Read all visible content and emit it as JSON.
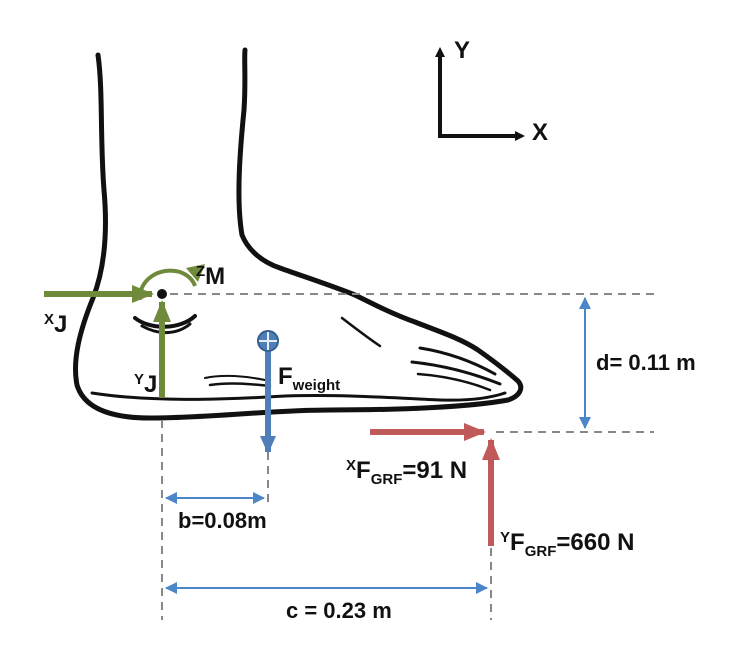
{
  "axes": {
    "y_label": "Y",
    "x_label": "X"
  },
  "forces": {
    "joint_x": {
      "prefix": "X",
      "main": "J"
    },
    "joint_y": {
      "prefix": "Y",
      "main": "J"
    },
    "moment": {
      "prefix": "Z",
      "main": "M"
    },
    "weight": {
      "main": "F",
      "sub": "weight"
    },
    "grf_x": {
      "prefix": "X",
      "main": "F",
      "sub": "GRF",
      "value": "=91 N"
    },
    "grf_y": {
      "prefix": "Y",
      "main": "F",
      "sub": "GRF",
      "value": "=660 N"
    }
  },
  "dimensions": {
    "b": "b=0.08m",
    "c": "c = 0.23 m",
    "d": "d= 0.11 m"
  },
  "colors": {
    "joint_force": "#6f8a3a",
    "weight_force": "#4f7fb8",
    "grf_force": "#c05a5a",
    "dimension": "#4a86c8",
    "dashed": "#888888",
    "outline": "#111111"
  }
}
